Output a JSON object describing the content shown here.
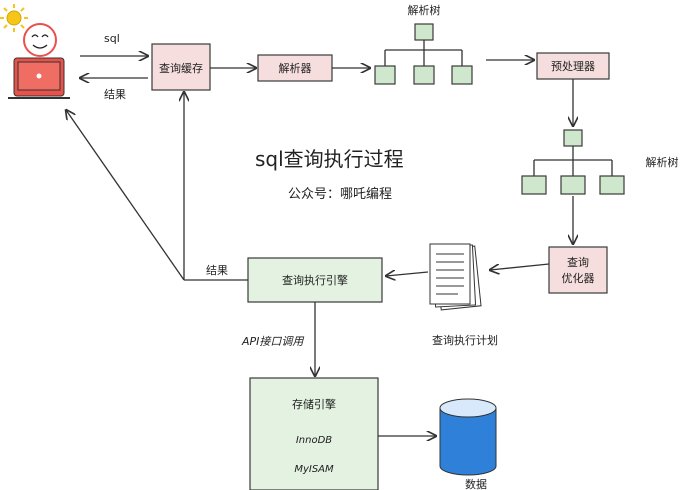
{
  "title": "sql查询执行过程",
  "subtitle": "公众号：哪吒编程",
  "labels": {
    "sql": "sql",
    "result_top": "结果",
    "result_mid": "结果",
    "parse_tree_top": "解析树",
    "parse_tree_right": "解析树",
    "query_plan": "查询执行计划",
    "api_call": "API接口调用",
    "data": "数据"
  },
  "boxes": {
    "query_cache": "查询缓存",
    "parser": "解析器",
    "preprocessor": "预处理器",
    "optimizer_line1": "查询",
    "optimizer_line2": "优化器",
    "exec_engine": "查询执行引擎",
    "storage_engine": "存储引擎",
    "innodb": "InnoDB",
    "myisam": "MyISAM"
  },
  "colors": {
    "red_box": "#f6dede",
    "green_box": "#e3f2e1",
    "tree_node": "#cfe8cd",
    "cylinder": "#2f80d8",
    "sun": "#f5c518",
    "face": "#e8524a"
  },
  "icons": [
    "user-laptop-icon",
    "sun-icon",
    "document-stack-icon",
    "database-cylinder-icon"
  ]
}
